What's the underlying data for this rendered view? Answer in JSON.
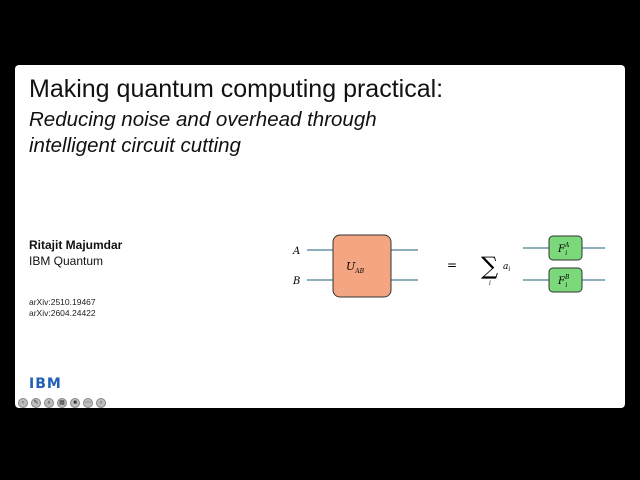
{
  "slide": {
    "title": "Making quantum computing practical:",
    "subtitle_line1": "Reducing noise and overhead through",
    "subtitle_line2": "intelligent circuit cutting",
    "author": "Ritajit Majumdar",
    "organization": "IBM Quantum",
    "references": [
      "arXiv:2510.19467",
      "arXiv:2604.24422"
    ],
    "logo_text": "IBM"
  },
  "diagram": {
    "input_a": "A",
    "input_b": "B",
    "gate": "U",
    "gate_sub": "AB",
    "equals": "=",
    "sum_symbol": "∑",
    "sum_index": "i",
    "coefficient": "a",
    "coefficient_sub": "i",
    "f_top": "F",
    "f_top_sub": "i",
    "f_top_sup": "A",
    "f_bottom": "F",
    "f_bottom_sub": "i",
    "f_bottom_sup": "B",
    "colors": {
      "gate_fill": "#f4a582",
      "f_fill": "#7bd87b",
      "wire": "#1f5d7a"
    }
  },
  "toolbar": {
    "icons": [
      "back-icon",
      "pen-icon",
      "zoom-icon",
      "slides-icon",
      "video-icon",
      "more-icon",
      "forward-icon"
    ]
  }
}
